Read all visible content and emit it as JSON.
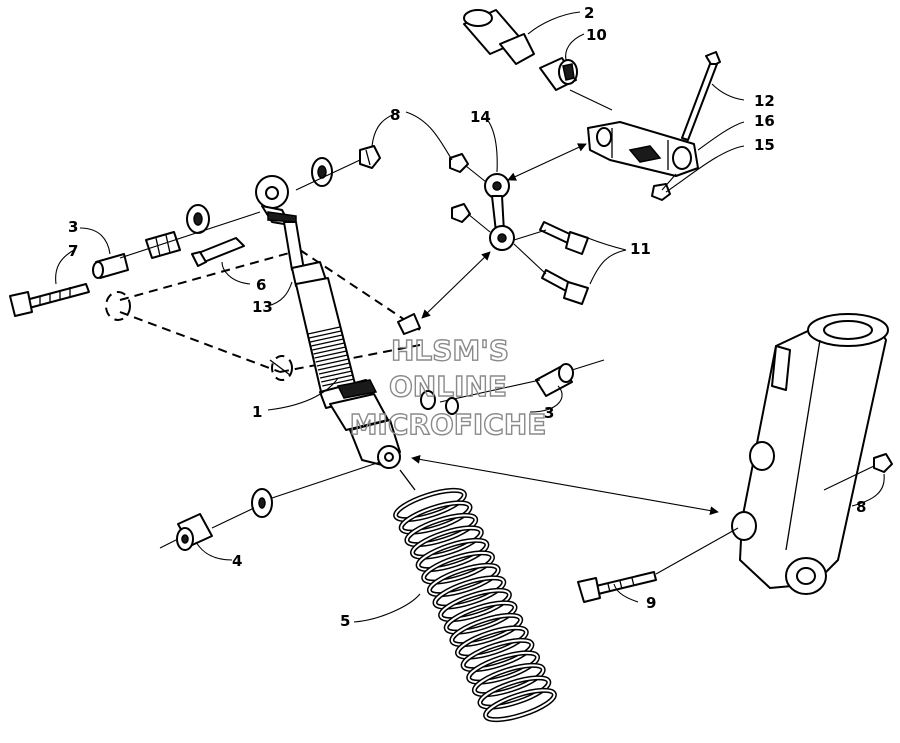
{
  "watermark": {
    "line1": "HLSM'S",
    "line2": "ONLINE",
    "line3": "MICROFICHE"
  },
  "callouts": [
    "1",
    "2",
    "3",
    "3",
    "4",
    "5",
    "6",
    "7",
    "8",
    "8",
    "9",
    "10",
    "11",
    "12",
    "13",
    "14",
    "15",
    "16"
  ],
  "labels": {
    "c1": "1",
    "c2": "2",
    "c3a": "3",
    "c3b": "3",
    "c4": "4",
    "c5": "5",
    "c6": "6",
    "c7": "7",
    "c8a": "8",
    "c8b": "8",
    "c9": "9",
    "c10": "10",
    "c11": "11",
    "c12": "12",
    "c13": "13",
    "c14": "14",
    "c15": "15",
    "c16": "16"
  }
}
